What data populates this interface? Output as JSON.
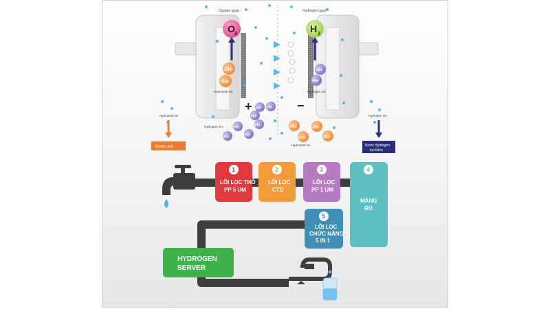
{
  "diagram": {
    "top_labels": {
      "oxygen": "Oxygen (gas)",
      "hydrogen": "Hydrogen (gas)"
    },
    "gas_symbols": {
      "o2": "O",
      "o2_sub": "2",
      "h2": "H",
      "h2_sub": "2"
    },
    "electrodes": {
      "plus": "+",
      "minus": "−"
    },
    "ion_labels": {
      "hydroxide_left": "Hydroxide ion",
      "hydrogen_right": "Hydrogen ion",
      "hydrogen_left": "Hydrogen ion",
      "hydroxide_bottom_left": "Hydroxide ion",
      "hydroxide_bottom_right": "Hydroxide ion",
      "hydrogen_far_right": "Hydrogen ion"
    },
    "ions": {
      "oh": "OH-",
      "h": "H+"
    },
    "outputs": {
      "acid": "Nước axit",
      "alkaline_line1": "Nước Hydrogen",
      "alkaline_line2": "ion kiềm"
    },
    "filters": [
      {
        "num": "1",
        "line1": "LÕI LỌC THÔ",
        "line2": "PP 5 UM",
        "color": "#e03a3e"
      },
      {
        "num": "2",
        "line1": "LÕI LỌC",
        "line2": "CTO",
        "color": "#f39a3c"
      },
      {
        "num": "3",
        "line1": "LÕI LỌC",
        "line2": "PP 1 UM",
        "color": "#b57ac0"
      },
      {
        "num": "4",
        "line1": "MÀNG",
        "line2": "RO",
        "color": "#5cc0c0"
      },
      {
        "num": "5",
        "line1": "LÕI LỌC",
        "line2": "CHỨC NĂNG",
        "line3": "5 IN 1",
        "color": "#3f8fb5"
      }
    ],
    "server": {
      "line1": "HYDROGEN",
      "line2": "SERVER",
      "color": "#3cb24a"
    },
    "colors": {
      "pipe": "#3d3d3d",
      "acid_orange": "#f07b2a",
      "alkaline_navy": "#2b2f7a",
      "oh_orange": "#f59a4e",
      "h_purple": "#8a7cc8"
    }
  }
}
